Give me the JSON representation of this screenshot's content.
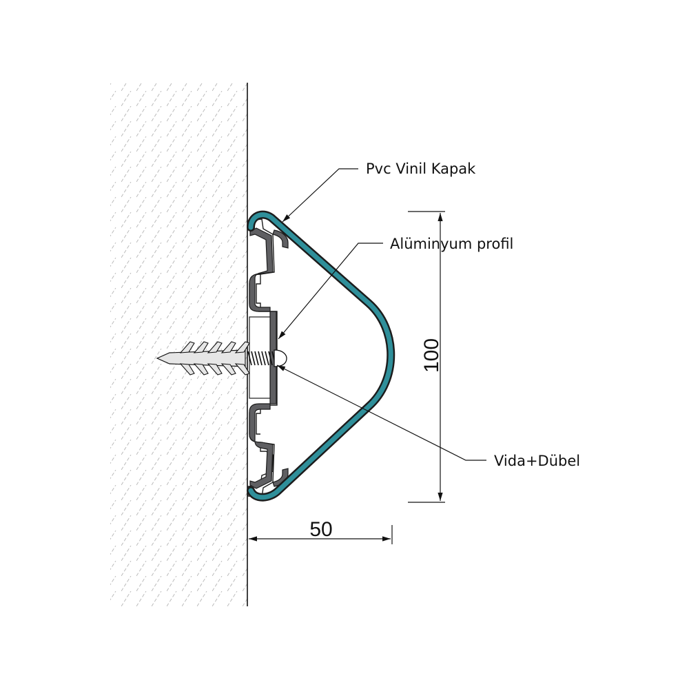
{
  "labels": {
    "cover": "Pvc Vinil Kapak",
    "profile": "Alüminyum profil",
    "screw": "Vida+Dübel"
  },
  "dimensions": {
    "height": "100",
    "depth": "50"
  },
  "colors": {
    "cover": "#2f8f9a",
    "profile": "#5f5f62",
    "profile_edge": "#1c1c1c",
    "wall_hatch": "#b9b9b9",
    "line": "#111111",
    "screw_fill": "#e6e6e6"
  }
}
